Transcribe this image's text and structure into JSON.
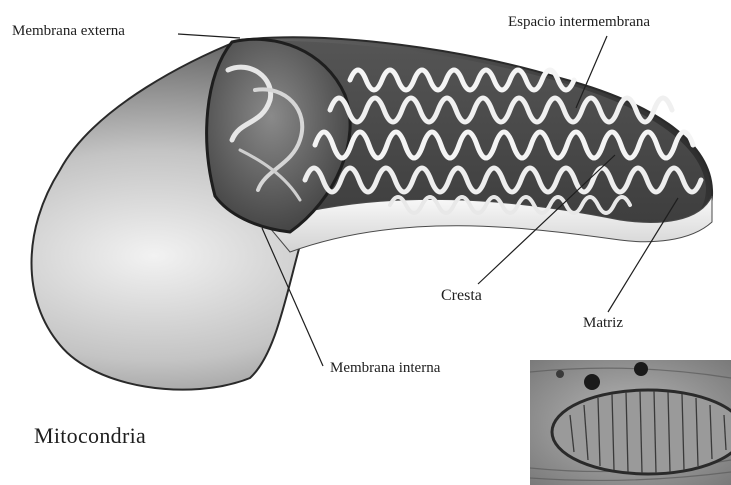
{
  "labels": {
    "outer_membrane": "Membrana externa",
    "intermembrane_space": "Espacio intermembrana",
    "crista": "Cresta",
    "matrix": "Matriz",
    "inner_membrane": "Membrana interna"
  },
  "title": "Mitocondria",
  "colors": {
    "background": "#ffffff",
    "ink": "#1e1e1e",
    "shell_light": "#efefef",
    "shell_dark": "#3a3a3a",
    "interior": "#4a4a4a",
    "cristae": "#f4f4f4"
  }
}
